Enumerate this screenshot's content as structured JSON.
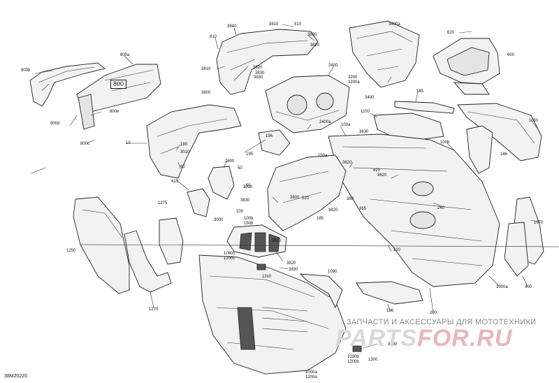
{
  "diagram_id": "38M20220",
  "watermark": {
    "tagline": "ЗАПЧАСТИ И АКСЕССУАРЫ ДЛЯ МОТОТЕХНИКИ",
    "logo_left": "PARTS",
    "logo_right": "FOR.RU"
  },
  "callouts": [
    {
      "id": "c3840",
      "text": "3840"
    },
    {
      "id": "c3810a",
      "text": "3810"
    },
    {
      "id": "c810a",
      "text": "810"
    },
    {
      "id": "c3400a",
      "text": "3400a"
    },
    {
      "id": "c810b",
      "text": "810"
    },
    {
      "id": "c3830a",
      "text": "3830"
    },
    {
      "id": "c3820a",
      "text": "3820"
    },
    {
      "id": "c620",
      "text": "620"
    },
    {
      "id": "c600",
      "text": "600"
    },
    {
      "id": "c800a",
      "text": "800a"
    },
    {
      "id": "c3810b",
      "text": "3810"
    },
    {
      "id": "c3830b",
      "text": "3830"
    },
    {
      "id": "c3820b",
      "text": "3820"
    },
    {
      "id": "c2400",
      "text": "2400"
    },
    {
      "id": "c800b",
      "text": "800b"
    },
    {
      "id": "c3830c",
      "text": "3830"
    },
    {
      "id": "c3200",
      "text": "3200\n3200a"
    },
    {
      "id": "c3600",
      "text": "3600"
    },
    {
      "id": "c3400",
      "text": "3400"
    },
    {
      "id": "c145",
      "text": "145"
    },
    {
      "id": "c800d",
      "text": "800d"
    },
    {
      "id": "c800e",
      "text": "800e"
    },
    {
      "id": "c1100",
      "text": "1100"
    },
    {
      "id": "c2400a",
      "text": "2400a"
    },
    {
      "id": "c100a",
      "text": "100a"
    },
    {
      "id": "c1050",
      "text": "1050"
    },
    {
      "id": "c3830d",
      "text": "3830"
    },
    {
      "id": "c800c",
      "text": "800c"
    },
    {
      "id": "c10",
      "text": "10"
    },
    {
      "id": "c180",
      "text": "180"
    },
    {
      "id": "c100b",
      "text": "100b"
    },
    {
      "id": "c3010a",
      "text": "3010"
    },
    {
      "id": "c195",
      "text": "195"
    },
    {
      "id": "c3820c",
      "text": "3820"
    },
    {
      "id": "c146",
      "text": "146"
    },
    {
      "id": "c150a",
      "text": "150a"
    },
    {
      "id": "c60",
      "text": "60"
    },
    {
      "id": "c2600",
      "text": "2600"
    },
    {
      "id": "c50",
      "text": "50"
    },
    {
      "id": "c820",
      "text": "820"
    },
    {
      "id": "c3820d",
      "text": "3820"
    },
    {
      "id": "c410",
      "text": "410"
    },
    {
      "id": "c3010b",
      "text": "3010"
    },
    {
      "id": "c55",
      "text": "55"
    },
    {
      "id": "c3830e",
      "text": "3830"
    },
    {
      "id": "c3800",
      "text": "3800"
    },
    {
      "id": "c520",
      "text": "520"
    },
    {
      "id": "c380",
      "text": "380"
    },
    {
      "id": "c240",
      "text": "240"
    },
    {
      "id": "c1275",
      "text": "1275"
    },
    {
      "id": "c3820e",
      "text": "3820"
    },
    {
      "id": "c365",
      "text": "365"
    },
    {
      "id": "c100c",
      "text": "100"
    },
    {
      "id": "c3000",
      "text": "3000"
    },
    {
      "id": "c100b2",
      "text": "100b\n150b"
    },
    {
      "id": "c185",
      "text": "185"
    },
    {
      "id": "c1070",
      "text": "1070"
    },
    {
      "id": "c3610",
      "text": "3610"
    },
    {
      "id": "c1250",
      "text": "1250"
    },
    {
      "id": "c210",
      "text": "210"
    },
    {
      "id": "c1060c",
      "text": "1060c\n1200c"
    },
    {
      "id": "c3820f",
      "text": "3820"
    },
    {
      "id": "c3830f",
      "text": "3830"
    },
    {
      "id": "c1310",
      "text": "1310"
    },
    {
      "id": "c1000a",
      "text": "1000a"
    },
    {
      "id": "c400",
      "text": "400"
    },
    {
      "id": "c1090",
      "text": "1090"
    },
    {
      "id": "c1270",
      "text": "1270"
    },
    {
      "id": "c196",
      "text": "196"
    },
    {
      "id": "c200",
      "text": "200"
    },
    {
      "id": "c3830g",
      "text": "3830"
    },
    {
      "id": "c1030b",
      "text": "1030b\n1200b"
    },
    {
      "id": "c1300",
      "text": "1300"
    },
    {
      "id": "c1000b",
      "text": "1000a\n1200a"
    },
    {
      "id": "c196b",
      "text": "196"
    }
  ],
  "box_label": "800"
}
